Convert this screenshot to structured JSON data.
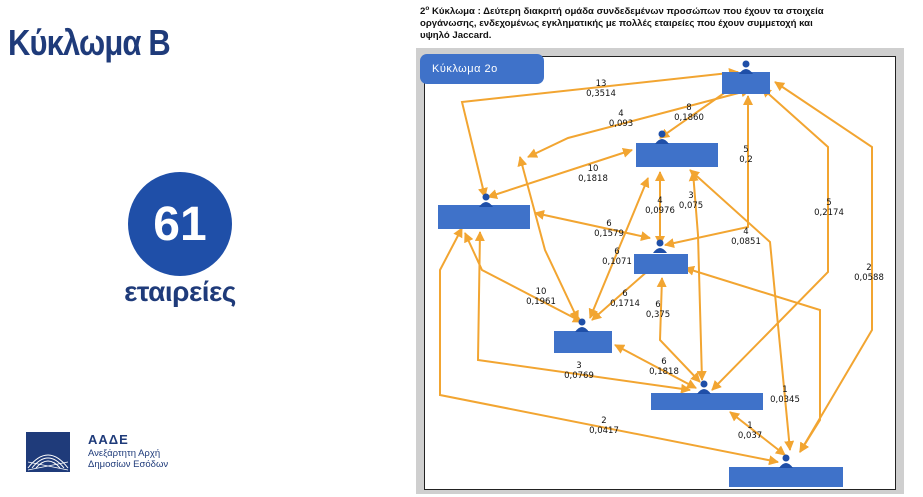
{
  "slide": {
    "title": "Κύκλωμα Β",
    "count": "61",
    "count_label": "εταιρείες",
    "org_name": "ΑΑΔΕ",
    "org_sub_1": "Ανεξάρτητη Αρχή",
    "org_sub_2": "Δημοσίων Εσόδων",
    "desc_sup": "ο",
    "desc_line1": " Κύκλωμα : Δεύτερη  διακριτή ομάδα συνδεδεμένων προσώπων που έχουν τα στοιχεία",
    "desc_line1_prefix": "2",
    "desc_line2": "οργάνωσης, ενδεχομένως εγκληματικής με πολλές εταιρείες που έχουν συμμετοχή και",
    "desc_line3": "υψηλό Jaccard.",
    "frame_tab": "Κύκλωμα 2ο"
  },
  "colors": {
    "title": "#1f3b7a",
    "circle": "#1f4fa8",
    "node": "#3f72c9",
    "edge": "#f2a531",
    "frame": "#cfcfcf"
  },
  "edges": [
    {
      "a": "13",
      "b": "0,3514"
    },
    {
      "a": "8",
      "b": "0,1860"
    },
    {
      "a": "4",
      "b": "0,093"
    },
    {
      "a": "5",
      "b": "0,2"
    },
    {
      "a": "10",
      "b": "0,1818"
    },
    {
      "a": "4",
      "b": "0,0976"
    },
    {
      "a": "3",
      "b": "0,075"
    },
    {
      "a": "6",
      "b": "0,1579"
    },
    {
      "a": "5",
      "b": "0,2174"
    },
    {
      "a": "4",
      "b": "0,0851"
    },
    {
      "a": "6",
      "b": "0,1071"
    },
    {
      "a": "2",
      "b": "0,0588"
    },
    {
      "a": "10",
      "b": "0,1961"
    },
    {
      "a": "6",
      "b": "0,1714"
    },
    {
      "a": "6",
      "b": "0,375"
    },
    {
      "a": "6",
      "b": "0,1818"
    },
    {
      "a": "3",
      "b": "0,0769"
    },
    {
      "a": "1",
      "b": "0,0345"
    },
    {
      "a": "2",
      "b": "0,0417"
    },
    {
      "a": "1",
      "b": "0,037"
    }
  ]
}
